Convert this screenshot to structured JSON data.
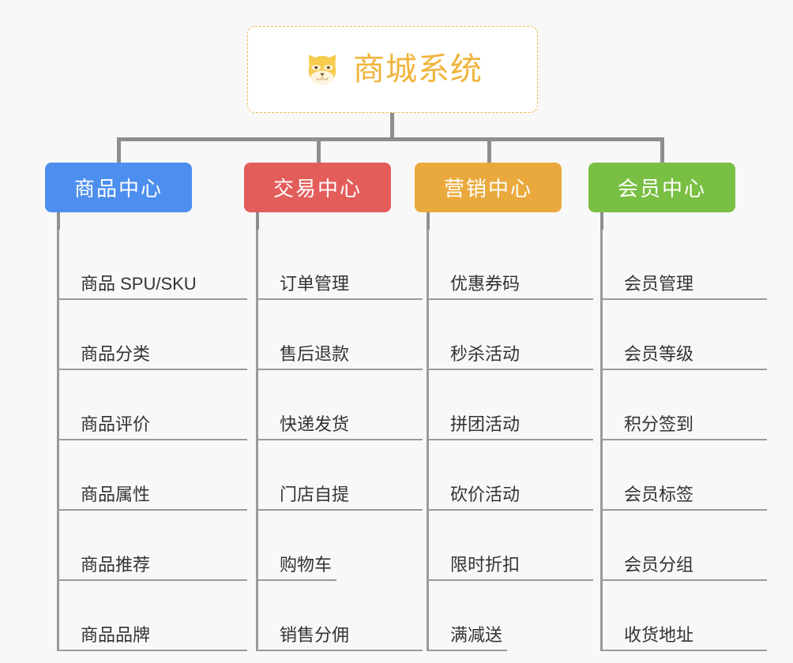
{
  "meta": {
    "background_color": "#f8f8f8",
    "connector_color": "#8e8e8e",
    "rail_color": "#9a9a9a",
    "leaf_text_color": "#333333"
  },
  "root": {
    "title": "商城系统",
    "icon": "shiba-dog-face-icon",
    "accent_color": "#f0b43c",
    "border_color": "#f0b94a",
    "background_color": "#ffffff"
  },
  "columns": [
    {
      "id": "product-center",
      "label": "商品中心",
      "color": "#4c8fee",
      "items": [
        "商品 SPU/SKU",
        "商品分类",
        "商品评价",
        "商品属性",
        "商品推荐",
        "商品品牌"
      ]
    },
    {
      "id": "trade-center",
      "label": "交易中心",
      "color": "#e35d5b",
      "items": [
        "订单管理",
        "售后退款",
        "快递发货",
        "门店自提",
        "购物车",
        "销售分佣"
      ]
    },
    {
      "id": "marketing-center",
      "label": "营销中心",
      "color": "#eaa93c",
      "items": [
        "优惠券码",
        "秒杀活动",
        "拼团活动",
        "砍价活动",
        "限时折扣",
        "满减送"
      ]
    },
    {
      "id": "member-center",
      "label": "会员中心",
      "color": "#79bf43",
      "items": [
        "会员管理",
        "会员等级",
        "积分签到",
        "会员标签",
        "会员分组",
        "收货地址"
      ]
    }
  ]
}
